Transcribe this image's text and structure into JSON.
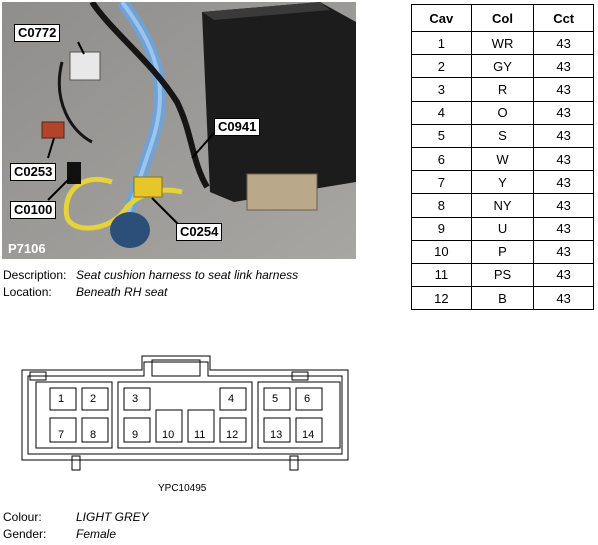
{
  "photo": {
    "callouts": [
      "C0772",
      "C0941",
      "C0253",
      "C0100",
      "C0254"
    ],
    "photo_number": "P7106"
  },
  "description": {
    "description_label": "Description:",
    "description_value": "Seat cushion harness to seat link harness",
    "location_label": "Location:",
    "location_value": "Beneath RH seat"
  },
  "pin_table": {
    "headers": [
      "Cav",
      "Col",
      "Cct"
    ],
    "rows": [
      [
        "1",
        "WR",
        "43"
      ],
      [
        "2",
        "GY",
        "43"
      ],
      [
        "3",
        "R",
        "43"
      ],
      [
        "4",
        "O",
        "43"
      ],
      [
        "5",
        "S",
        "43"
      ],
      [
        "6",
        "W",
        "43"
      ],
      [
        "7",
        "Y",
        "43"
      ],
      [
        "8",
        "NY",
        "43"
      ],
      [
        "9",
        "U",
        "43"
      ],
      [
        "10",
        "P",
        "43"
      ],
      [
        "11",
        "PS",
        "43"
      ],
      [
        "12",
        "B",
        "43"
      ]
    ]
  },
  "connector": {
    "top_pins": [
      "1",
      "2",
      "3",
      "4",
      "5",
      "6"
    ],
    "bottom_pins": [
      "7",
      "8",
      "9",
      "10",
      "11",
      "12",
      "13",
      "14"
    ],
    "reference_code": "YPC10495"
  },
  "footer": {
    "colour_label": "Colour:",
    "colour_value": "LIGHT GREY",
    "gender_label": "Gender:",
    "gender_value": "Female"
  }
}
